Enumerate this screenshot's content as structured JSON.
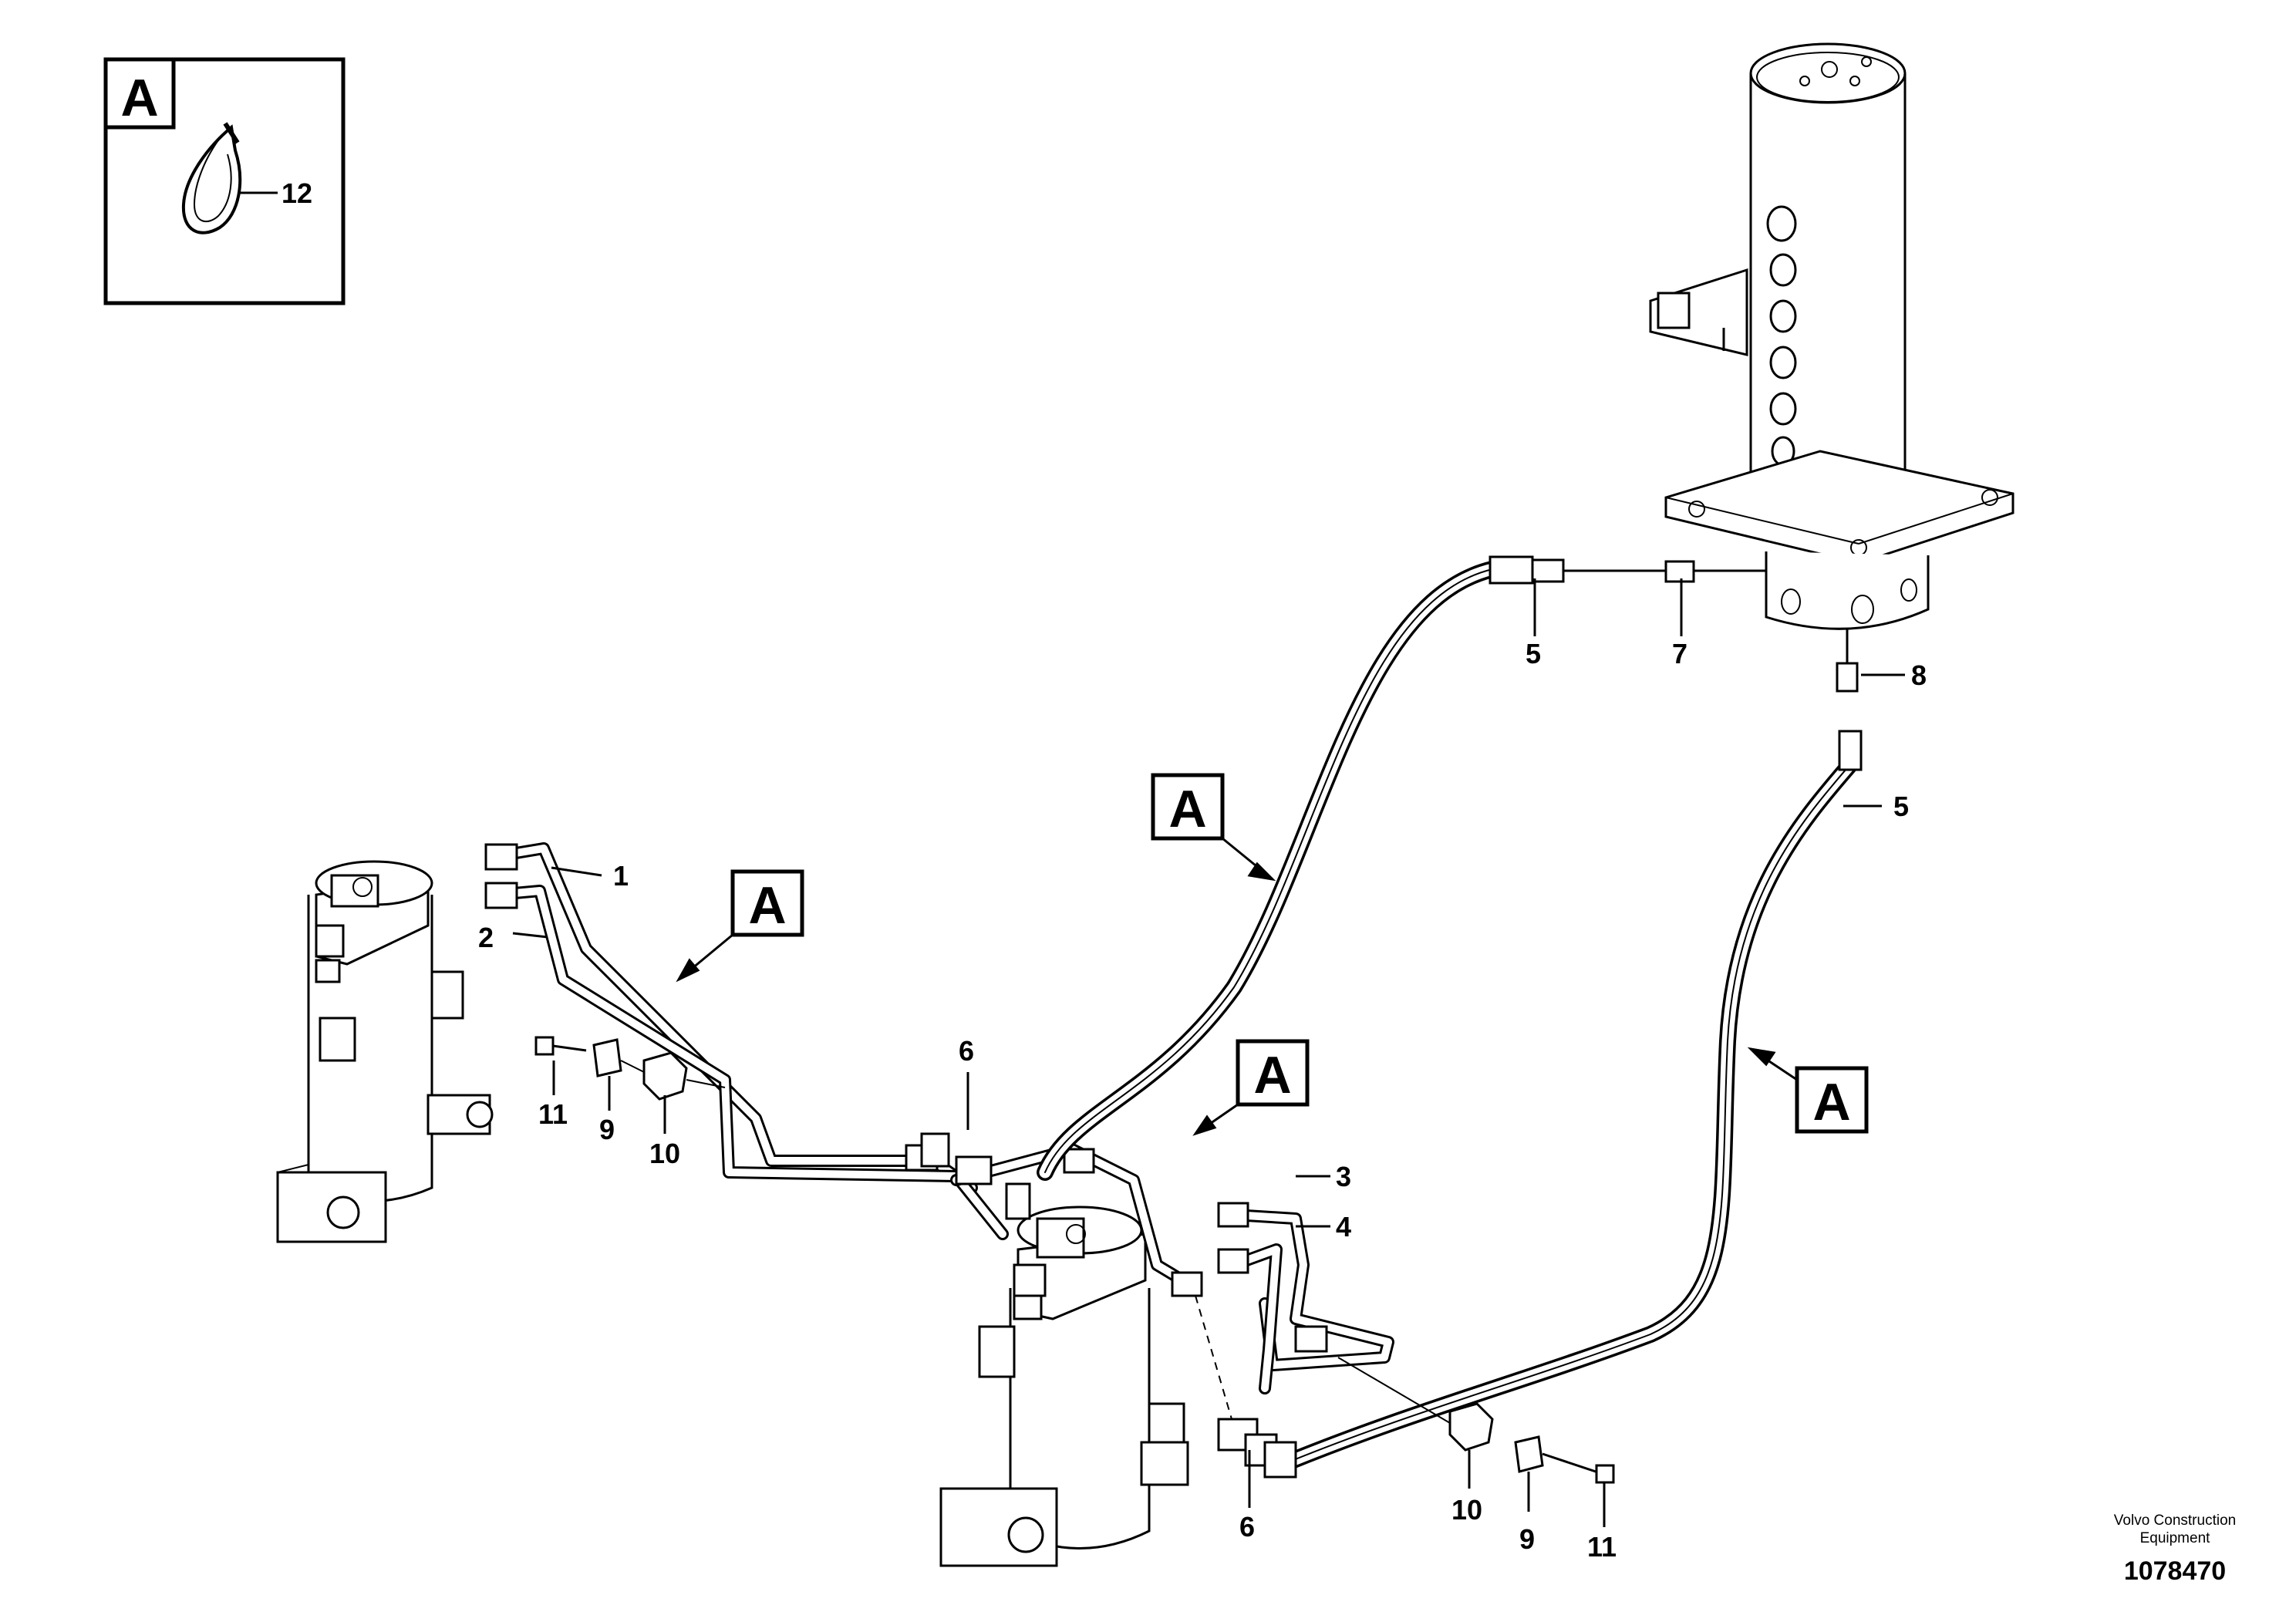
{
  "inset": {
    "label": "A",
    "item": "12"
  },
  "view_marks": [
    "A",
    "A",
    "A",
    "A"
  ],
  "callouts": {
    "c1": "1",
    "c2": "2",
    "c3": "3",
    "c4": "4",
    "c5a": "5",
    "c5b": "5",
    "c6a": "6",
    "c6b": "6",
    "c7": "7",
    "c8": "8",
    "c9a": "9",
    "c9b": "9",
    "c10a": "10",
    "c10b": "10",
    "c11a": "11",
    "c11b": "11"
  },
  "credit": {
    "line1": "Volvo Construction",
    "line2": "Equipment",
    "number": "1078470"
  }
}
